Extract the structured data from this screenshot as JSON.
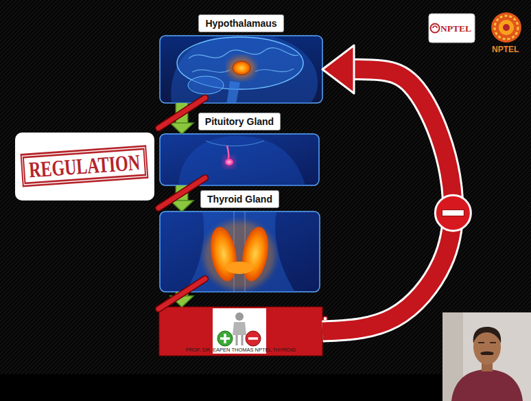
{
  "diagram": {
    "nodes": [
      {
        "text": [
          "Hypothalamaus"
        ]
      },
      {
        "text": [
          "NPTEL"
        ]
      },
      {
        "text": [
          "Pituitory Gland"
        ]
      },
      {
        "text": [
          "REGULATION"
        ]
      },
      {
        "text": [
          "Thyroid Gland"
        ]
      },
      {
        "text": [
          "PROF. DR. EAPEN THOMAS NPTEL THYROID"
        ]
      }
    ],
    "edges": [
      {
        "from": 0,
        "to": 2,
        "arrow": "to"
      },
      {
        "from": 2,
        "to": 4,
        "arrow": "to"
      },
      {
        "from": 4,
        "to": 5,
        "arrow": "to"
      },
      {
        "from": 5,
        "to": 0,
        "arrow": "to"
      }
    ],
    "labels": [
      "NPTEL"
    ]
  }
}
